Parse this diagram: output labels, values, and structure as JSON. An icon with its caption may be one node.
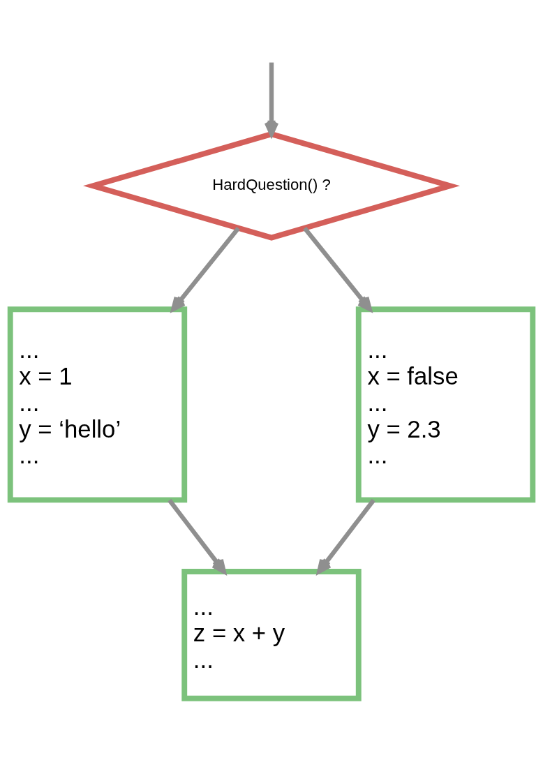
{
  "diagram": {
    "nodes": [
      {
        "text": [
          "HardQuestion() ?"
        ]
      },
      {
        "text": [
          "...",
          "x = 1",
          "...",
          "y = ‘hello’",
          "..."
        ]
      },
      {
        "text": [
          "...",
          "x = false",
          "...",
          "y = 2.3",
          "..."
        ]
      },
      {
        "text": [
          "...",
          "z = x + y",
          "..."
        ]
      }
    ],
    "edges": [
      {
        "from": null,
        "to": 0,
        "arrow": "to"
      },
      {
        "from": 0,
        "to": 1,
        "arrow": "to"
      },
      {
        "from": 0,
        "to": 2,
        "arrow": "to"
      },
      {
        "from": 1,
        "to": 3,
        "arrow": "to"
      },
      {
        "from": 2,
        "to": 3,
        "arrow": "to"
      }
    ]
  }
}
